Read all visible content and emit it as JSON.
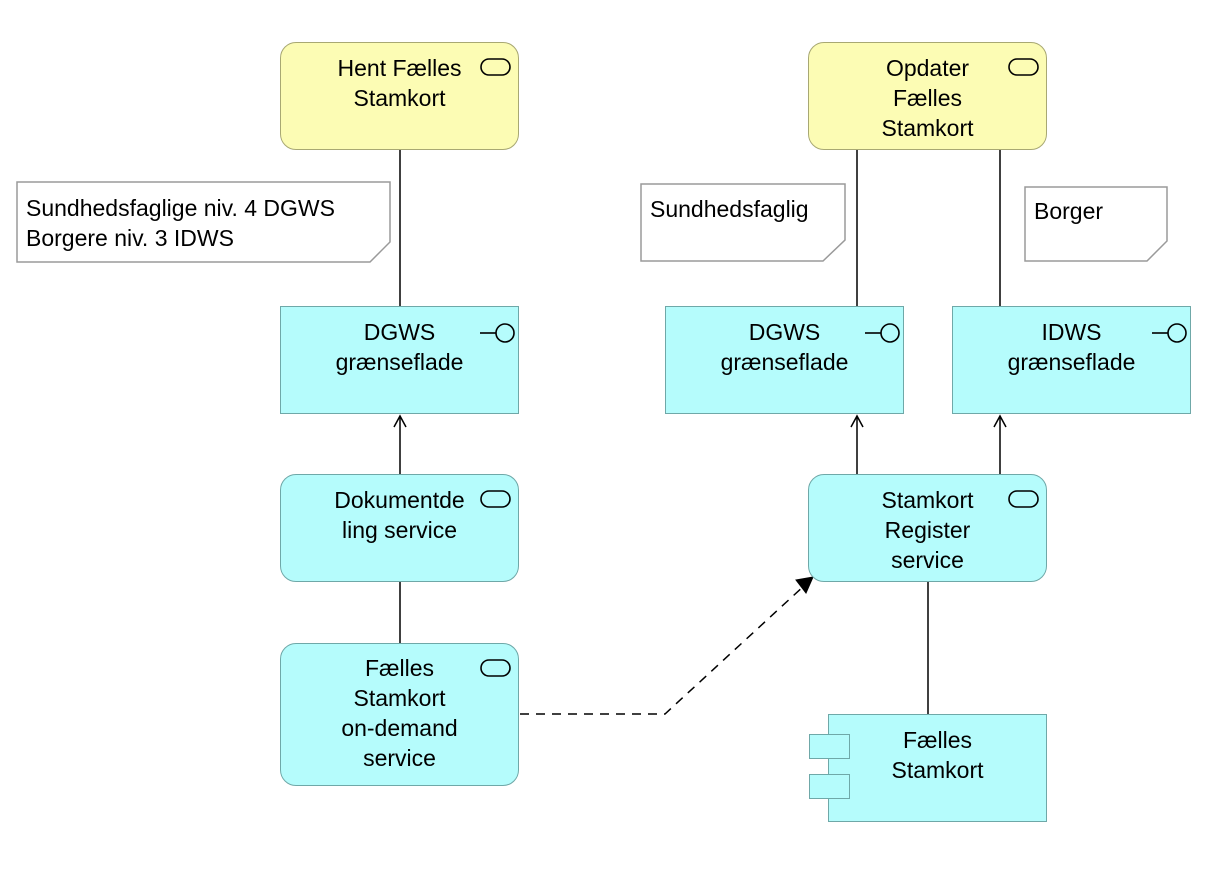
{
  "nodes": {
    "hent": {
      "line1": "Hent Fælles",
      "line2": "Stamkort"
    },
    "opdater": {
      "line1": "Opdater",
      "line2": "Fælles",
      "line3": "Stamkort"
    },
    "dgws_left": {
      "line1": "DGWS",
      "line2": "grænseflade"
    },
    "dgws_right": {
      "line1": "DGWS",
      "line2": "grænseflade"
    },
    "idws": {
      "line1": "IDWS",
      "line2": "grænseflade"
    },
    "dokument": {
      "line1": "Dokumentde",
      "line2": "ling service"
    },
    "stamkort_register": {
      "line1": "Stamkort",
      "line2": "Register",
      "line3": "service"
    },
    "ondemand": {
      "line1": "Fælles",
      "line2": "Stamkort",
      "line3": "on-demand",
      "line4": "service"
    },
    "component": {
      "line1": "Fælles",
      "line2": "Stamkort"
    }
  },
  "notes": {
    "left": {
      "line1": "Sundhedsfaglige niv. 4 DGWS",
      "line2": "Borgere niv. 3 IDWS"
    },
    "middle": {
      "line1": "Sundhedsfaglig"
    },
    "right": {
      "line1": "Borger"
    }
  },
  "colors": {
    "business": "#fcfcb4",
    "application": "#b5fcfc"
  }
}
